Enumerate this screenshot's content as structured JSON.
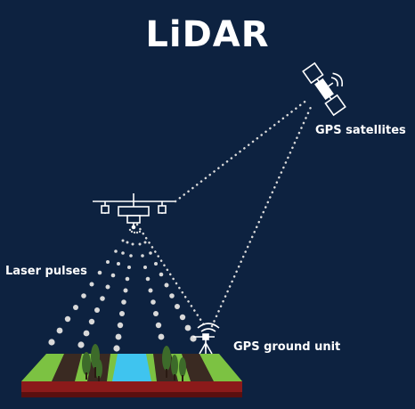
{
  "title": "LiDAR",
  "labels": {
    "satellite": "GPS satellites",
    "laser": "Laser pulses",
    "ground_unit": "GPS ground unit"
  },
  "colors": {
    "background": "#0d2240",
    "text": "#ffffff",
    "dots": "#d9d9d9",
    "grass": "#7cc242",
    "soil": "#3a2a22",
    "water": "#3fc4ef",
    "base": "#8b1a1a",
    "tree": "#3d6b2a",
    "icon": "#ffffff"
  },
  "icons": [
    "satellite-icon",
    "drone-icon",
    "gps-ground-unit-icon",
    "terrain-icon"
  ]
}
